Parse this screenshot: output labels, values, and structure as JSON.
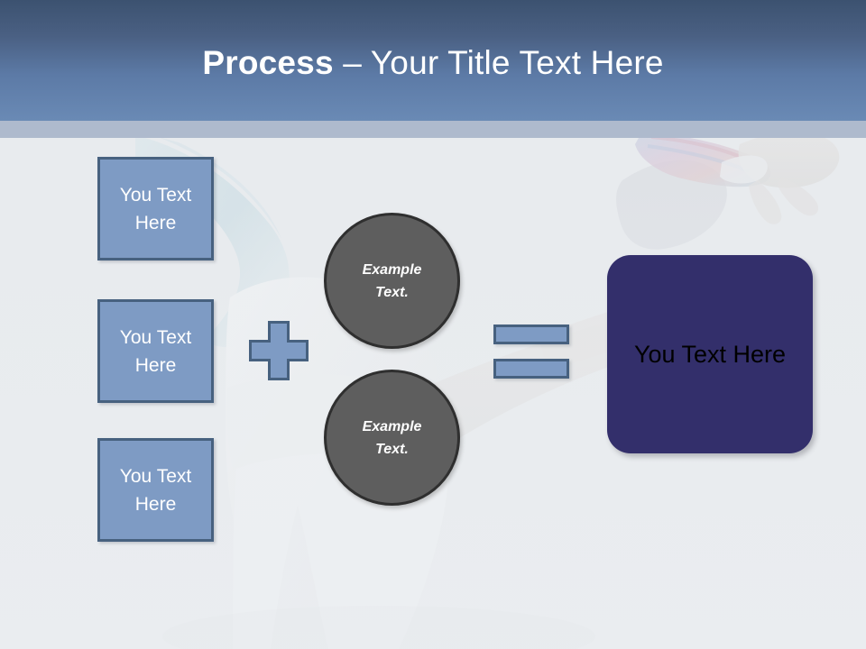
{
  "slide": {
    "title": {
      "strong": "Process",
      "rest": " – Your Title Text Here"
    },
    "colors": {
      "header_top": "#3c5270",
      "header_bottom": "#6a8ab5",
      "header_substrip": "#aebacd",
      "body_background": "#e6e9ec",
      "step_box_fill": "#7e9bc4",
      "step_box_border": "#47617f",
      "circle_fill": "#5e5e5e",
      "circle_border": "#2f2f2f",
      "result_fill": "#332f6b",
      "result_text": "#000000"
    },
    "steps": [
      {
        "label": "You Text\nHere"
      },
      {
        "label": "You Text\nHere"
      },
      {
        "label": "You Text\nHere"
      }
    ],
    "operators": {
      "plus": "+",
      "equals": "="
    },
    "circles": [
      {
        "label": "Example\nText."
      },
      {
        "label": "Example\nText."
      }
    ],
    "result": {
      "label": "You Text Here"
    }
  }
}
